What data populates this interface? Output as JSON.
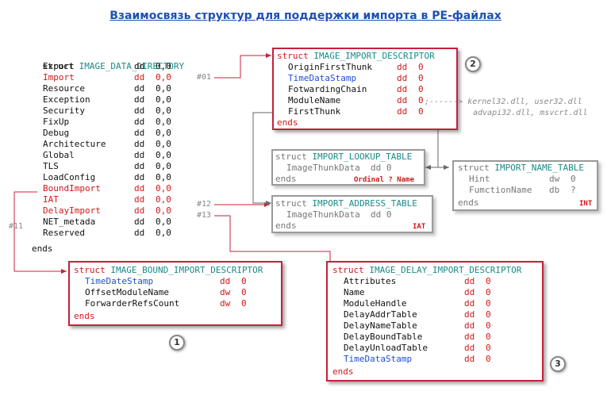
{
  "title": "Взаимосвязь структур для поддержки импорта в PE-файлах",
  "keywords": {
    "struct": "struct",
    "ends": "ends"
  },
  "image_data_directory": {
    "name": "IMAGE_DATA_DIRECTORY",
    "fields": [
      {
        "name": "Export",
        "type": "dd",
        "value": "0,0",
        "color": "#111111"
      },
      {
        "name": "Import",
        "type": "dd",
        "value": "0,0",
        "color": "#d01818"
      },
      {
        "name": "Resource",
        "type": "dd",
        "value": "0,0",
        "color": "#111111"
      },
      {
        "name": "Exception",
        "type": "dd",
        "value": "0,0",
        "color": "#111111"
      },
      {
        "name": "Security",
        "type": "dd",
        "value": "0,0",
        "color": "#111111"
      },
      {
        "name": "FixUp",
        "type": "dd",
        "value": "0,0",
        "color": "#111111"
      },
      {
        "name": "Debug",
        "type": "dd",
        "value": "0,0",
        "color": "#111111"
      },
      {
        "name": "Architecture",
        "type": "dd",
        "value": "0,0",
        "color": "#111111"
      },
      {
        "name": "Global",
        "type": "dd",
        "value": "0,0",
        "color": "#111111"
      },
      {
        "name": "TLS",
        "type": "dd",
        "value": "0,0",
        "color": "#111111"
      },
      {
        "name": "LoadConfig",
        "type": "dd",
        "value": "0,0",
        "color": "#111111"
      },
      {
        "name": "BoundImport",
        "type": "dd",
        "value": "0,0",
        "color": "#d01818"
      },
      {
        "name": "IAT",
        "type": "dd",
        "value": "0,0",
        "color": "#d01818"
      },
      {
        "name": "DelayImport",
        "type": "dd",
        "value": "0,0",
        "color": "#d01818"
      },
      {
        "name": "NET_metada",
        "type": "dd",
        "value": "0,0",
        "color": "#111111"
      },
      {
        "name": "Reserved",
        "type": "dd",
        "value": "0,0",
        "color": "#111111"
      }
    ]
  },
  "labels": {
    "l01": "#01",
    "l12": "#12",
    "l13": "#13",
    "l11": "#11"
  },
  "image_import_descriptor": {
    "name": "IMAGE_IMPORT_DESCRIPTOR",
    "fields": [
      {
        "name": "OriginFirstThunk",
        "type": "dd",
        "value": "0",
        "color": "#111111"
      },
      {
        "name": "TimeDataStamp",
        "type": "dd",
        "value": "0",
        "color": "#1f4fd0"
      },
      {
        "name": "FotwardingChain",
        "type": "dd",
        "value": "0",
        "color": "#111111"
      },
      {
        "name": "ModuleName",
        "type": "dd",
        "value": "0",
        "color": "#111111"
      },
      {
        "name": "FirstThunk",
        "type": "dd",
        "value": "0",
        "color": "#111111"
      }
    ],
    "badge": "2"
  },
  "dll_note": {
    "arrow": ";------> ",
    "line1": "kernel32.dll, user32.dll",
    "line2": "advapi32.dll, msvcrt.dll"
  },
  "import_lookup_table": {
    "name": "IMPORT_LOOKUP_TABLE",
    "field": {
      "name": "ImageThunkData",
      "type": "dd",
      "value": "0"
    },
    "tag": "Ordinal ? Name"
  },
  "import_name_table": {
    "name": "IMPORT_NAME_TABLE",
    "fields": [
      {
        "name": "Hint",
        "type": "dw",
        "value": "0"
      },
      {
        "name": "FumctionName",
        "type": "db",
        "value": "?"
      }
    ],
    "tag": "INT"
  },
  "import_address_table": {
    "name": "IMPORT_ADDRESS_TABLE",
    "field": {
      "name": "ImageThunkData",
      "type": "dd",
      "value": "0"
    },
    "tag": "IAT"
  },
  "image_bound_import_descriptor": {
    "name": "IMAGE_BOUND_IMPORT_DESCRIPTOR",
    "fields": [
      {
        "name": "TimeDateStamp",
        "type": "dd",
        "value": "0",
        "color": "#1f4fd0"
      },
      {
        "name": "OffsetModuleName",
        "type": "dw",
        "value": "0",
        "color": "#111111"
      },
      {
        "name": "ForwarderRefsCount",
        "type": "dw",
        "value": "0",
        "color": "#111111"
      }
    ],
    "badge": "1"
  },
  "image_delay_import_descriptor": {
    "name": "IMAGE_DELAY_IMPORT_DESCRIPTOR",
    "fields": [
      {
        "name": "Attributes",
        "type": "dd",
        "value": "0",
        "color": "#111111"
      },
      {
        "name": "Name",
        "type": "dd",
        "value": "0",
        "color": "#111111"
      },
      {
        "name": "ModuleHandle",
        "type": "dd",
        "value": "0",
        "color": "#111111"
      },
      {
        "name": "DelayAddrTable",
        "type": "dd",
        "value": "0",
        "color": "#111111"
      },
      {
        "name": "DelayNameTable",
        "type": "dd",
        "value": "0",
        "color": "#111111"
      },
      {
        "name": "DelayBoundTable",
        "type": "dd",
        "value": "0",
        "color": "#111111"
      },
      {
        "name": "DelayUnloadTable",
        "type": "dd",
        "value": "0",
        "color": "#111111"
      },
      {
        "name": "TimeDataStamp",
        "type": "dd",
        "value": "0",
        "color": "#1f4fd0"
      }
    ],
    "badge": "3"
  },
  "colors": {
    "accent_red": "#c8203a",
    "blue": "#1f4fd0",
    "teal": "#1a8a86",
    "title_blue": "#1f4fb0"
  }
}
